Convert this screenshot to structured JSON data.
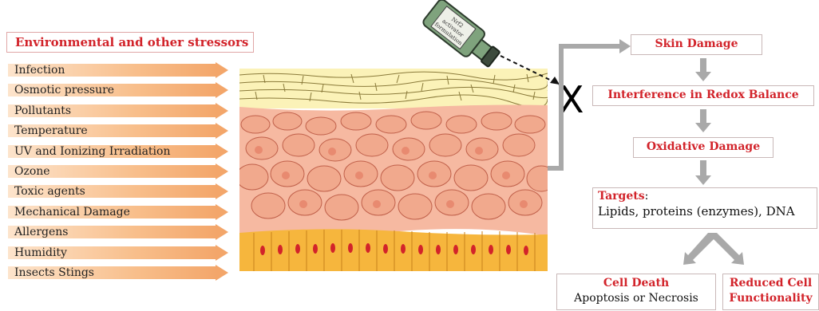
{
  "stressors": {
    "header": "Environmental and other stressors",
    "items": [
      "Infection",
      "Osmotic pressure",
      "Pollutants",
      "Temperature",
      "UV and Ionizing Irradiation",
      "Ozone",
      "Toxic agents",
      "Mechanical Damage",
      "Allergens",
      "Humidity",
      "Insects Stings"
    ]
  },
  "bottle": {
    "label_lines": [
      "Nrf2",
      "activator",
      "formulation"
    ]
  },
  "block_mark": "X",
  "flow": {
    "skin_damage": "Skin Damage",
    "redox": "Interference in Redox Balance",
    "oxidative": "Oxidative Damage",
    "targets_title": "Targets",
    "targets_colon": ":",
    "targets_body": "Lipids, proteins (enzymes), DNA",
    "cell_death_title": "Cell Death",
    "cell_death_body": "Apoptosis or Necrosis",
    "reduced_line1": "Reduced Cell",
    "reduced_line2": "Functionality"
  },
  "colors": {
    "accent_red": "#d2232a",
    "arrow_orange": "#f3a66a",
    "gray_arrow": "#a9a9a9",
    "stratum_corneum": "#fbf2b8",
    "epidermis": "#f6b9a1",
    "basal_layer": "#f6b63d"
  }
}
